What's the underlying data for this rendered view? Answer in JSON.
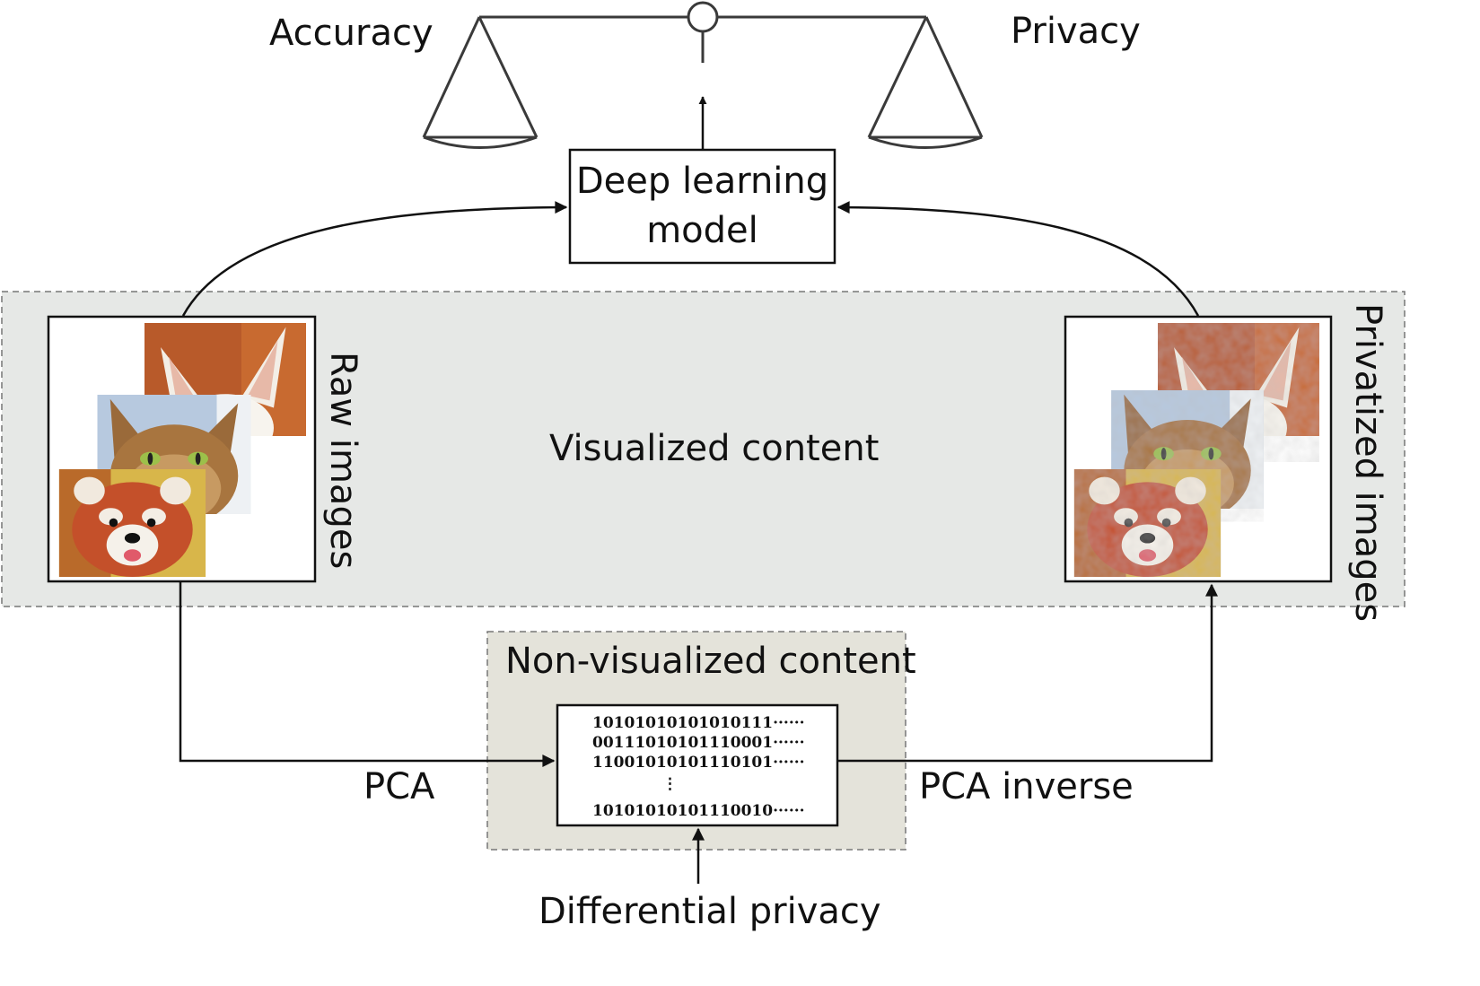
{
  "balance": {
    "left_label": "Accuracy",
    "right_label": "Privacy"
  },
  "model": {
    "line1": "Deep learning",
    "line2": "model"
  },
  "visualized": {
    "center_label": "Visualized content",
    "raw_label": "Raw images",
    "privatized_label": "Privatized images"
  },
  "non_visualized": {
    "title": "Non-visualized content",
    "codes": [
      "10101010101010111······",
      "00111010101110001······",
      "11001010101110101······",
      "⋮",
      "10101010101110010······"
    ]
  },
  "flows": {
    "pca": "PCA",
    "pca_inverse": "PCA inverse",
    "differential_privacy": "Differential privacy"
  },
  "colors": {
    "region_fill": "#e6e8e6",
    "nonvis_fill": "#e4e3da",
    "line": "#111111",
    "scale": "#3a3a3a"
  }
}
